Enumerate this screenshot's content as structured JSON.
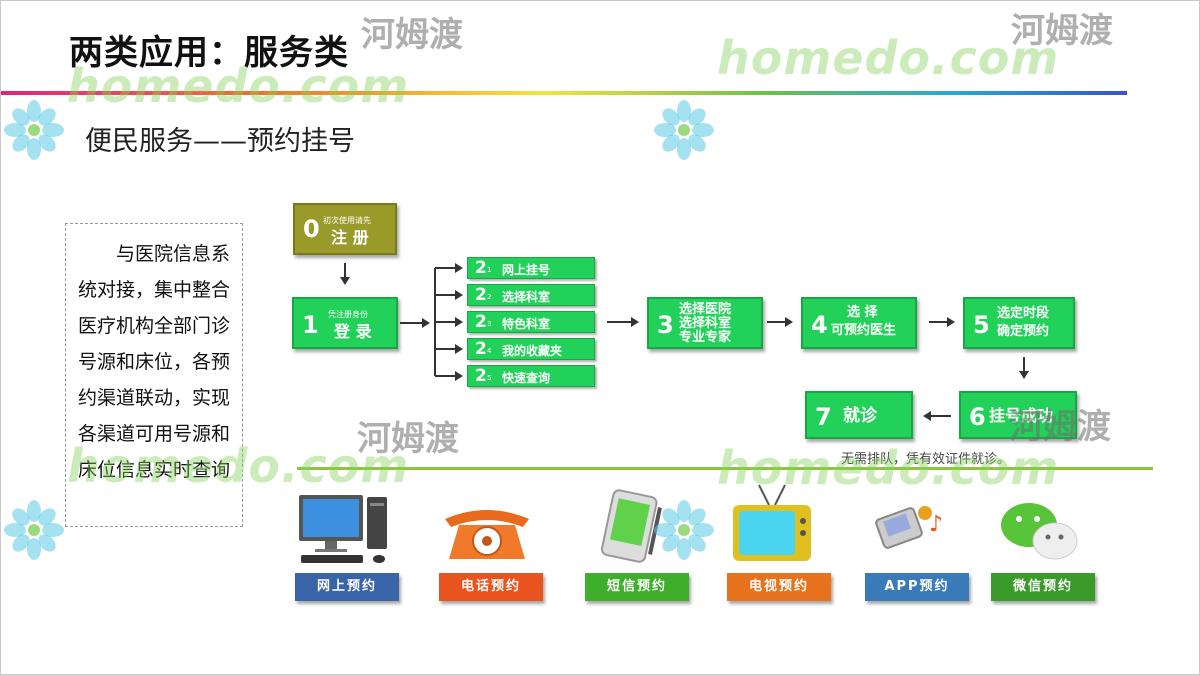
{
  "slide": {
    "title": "两类应用：服务类",
    "subtitle": "便民服务——预约挂号",
    "description": "与医院信息系统对接，集中整合医疗机构全部门诊号源和床位，各预约渠道联动，实现各渠道可用号源和床位信息实时查询"
  },
  "flow": {
    "step0": {
      "num": "0",
      "caption": "初次使用请先",
      "label": "注 册"
    },
    "step1": {
      "num": "1",
      "caption": "凭注册身份",
      "label": "登 录"
    },
    "step2": [
      {
        "num": "2",
        "idx": "1",
        "label": "网上挂号"
      },
      {
        "num": "2",
        "idx": "2",
        "label": "选择科室"
      },
      {
        "num": "2",
        "idx": "3",
        "label": "特色科室"
      },
      {
        "num": "2",
        "idx": "4",
        "label": "我的收藏夹"
      },
      {
        "num": "2",
        "idx": "5",
        "label": "快速查询"
      }
    ],
    "step3": {
      "num": "3",
      "line1": "选择医院",
      "line2": "选择科室",
      "line3": "专业专家"
    },
    "step4": {
      "num": "4",
      "line1": "选 择",
      "line2": "可预约医生"
    },
    "step5": {
      "num": "5",
      "line1": "选定时段",
      "line2": "确定预约"
    },
    "step6": {
      "num": "6",
      "label": "挂号成功"
    },
    "step7": {
      "num": "7",
      "label": "就诊"
    },
    "note": "无需排队，凭有效证件就诊。"
  },
  "channels": [
    {
      "label": "网上预约",
      "color": "#3a64a8",
      "icon": "computer-icon"
    },
    {
      "label": "电话预约",
      "color": "#e8531e",
      "icon": "telephone-icon"
    },
    {
      "label": "短信预约",
      "color": "#3fae2a",
      "icon": "phone-sms-icon"
    },
    {
      "label": "电视预约",
      "color": "#e8731e",
      "icon": "tv-icon"
    },
    {
      "label": "APP预约",
      "color": "#3a7ab8",
      "icon": "mobile-app-icon"
    },
    {
      "label": "微信预约",
      "color": "#3a9a2a",
      "icon": "wechat-icon"
    }
  ],
  "watermark": {
    "latin": "homedo.com",
    "cn": "河姆渡"
  }
}
